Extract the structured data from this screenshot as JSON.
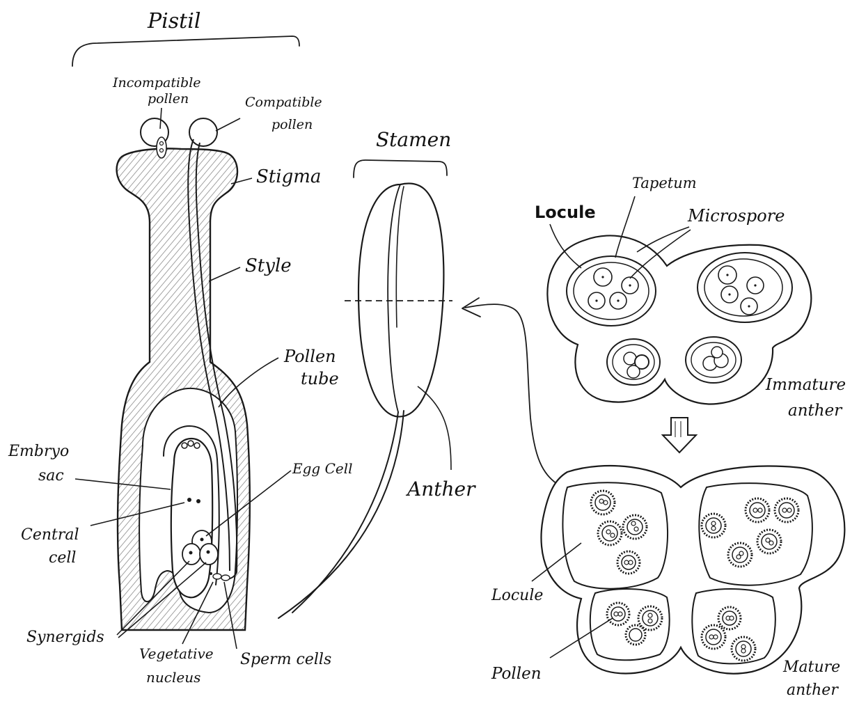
{
  "colors": {
    "ink": "#1a1a1a",
    "shade": "#9a9a9a",
    "paper": "#ffffff"
  },
  "icons": {
    "transition_arrow": "down-arrow-icon",
    "pointer_arrow": "left-arrow-icon"
  },
  "pistil": {
    "title": "Pistil",
    "labels": {
      "incompatible_pollen": [
        "Incompatible",
        "pollen"
      ],
      "compatible_pollen": [
        "Compatible",
        "pollen"
      ],
      "stigma": "Stigma",
      "style": "Style",
      "pollen_tube": [
        "Pollen",
        "tube"
      ],
      "embryo_sac": [
        "Embryo",
        "sac"
      ],
      "central_cell": [
        "Central",
        "cell"
      ],
      "egg_cell": "Egg Cell",
      "synergids": "Synergids",
      "vegetative_nucleus": [
        "Vegetative",
        "nucleus"
      ],
      "sperm_cells": "Sperm cells"
    }
  },
  "stamen": {
    "title": "Stamen",
    "labels": {
      "anther": "Anther"
    }
  },
  "immature_anther": {
    "labels": {
      "locule": "Locule",
      "tapetum": "Tapetum",
      "microspore": "Microspore",
      "caption": [
        "Immature",
        "anther"
      ]
    }
  },
  "mature_anther": {
    "labels": {
      "locule": "Locule",
      "pollen": "Pollen",
      "caption": [
        "Mature",
        "anther"
      ]
    }
  }
}
